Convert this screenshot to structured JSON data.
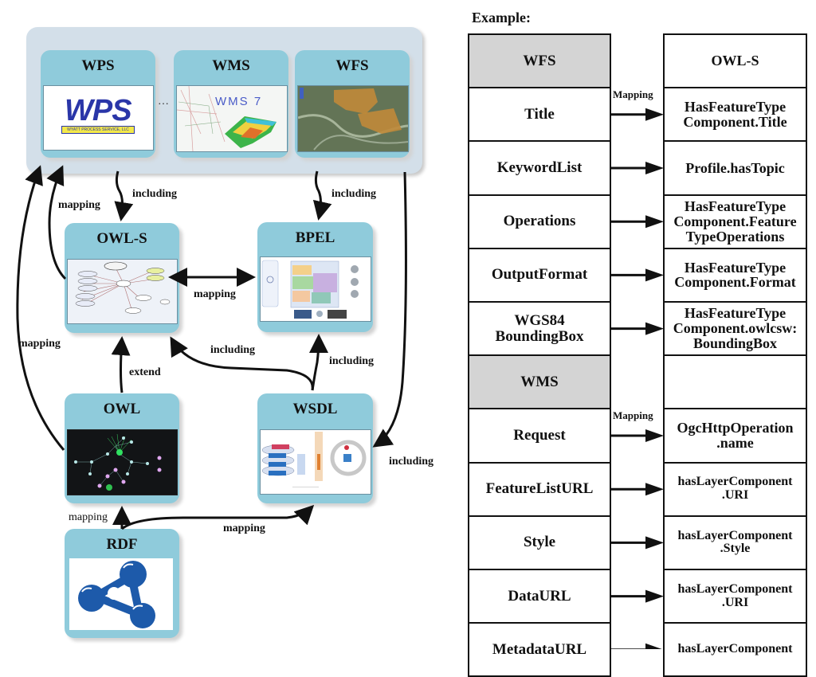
{
  "diagram": {
    "group_ellipsis": "…",
    "nodes": {
      "wps": {
        "title": "WPS",
        "logo_text": "WPS",
        "logo_subtext": "WYATT PROCESS SERVICE, LLC"
      },
      "wms": {
        "title": "WMS",
        "logo_text": "WMS 7"
      },
      "wfs": {
        "title": "WFS"
      },
      "owls": {
        "title": "OWL-S"
      },
      "bpel": {
        "title": "BPEL"
      },
      "owl": {
        "title": "OWL"
      },
      "wsdl": {
        "title": "WSDL"
      },
      "rdf": {
        "title": "RDF"
      }
    },
    "edge_labels": {
      "wps_owls_including": "including",
      "owls_wps_mapping": "mapping",
      "wfs_bpel_including": "including",
      "owl_wps_mapping": "mapping",
      "owls_bpel_mapping": "mapping",
      "wsdl_owls_including": "including",
      "wsdl_bpel_including": "including",
      "owl_owls_extend": "extend",
      "wfs_wsdl_including": "including",
      "rdf_owl_mapping": "mapping",
      "rdf_wsdl_mapping": "mapping"
    },
    "colors": {
      "node_fill": "#8fcbdb",
      "group_fill": "#d3dfe9",
      "table_header_fill": "#d4d4d4"
    }
  },
  "example": {
    "title": "Example:",
    "mapping_label": "Mapping",
    "rows": [
      {
        "left": "WFS",
        "right": "OWL-S",
        "header": true,
        "arrow": false
      },
      {
        "left": "Title",
        "right": "HasFeatureType Component.Title",
        "arrow": true,
        "label": "Mapping"
      },
      {
        "left": "KeywordList",
        "right": "Profile.hasTopic",
        "arrow": true
      },
      {
        "left": "Operations",
        "right": "HasFeatureType Component.Feature TypeOperations",
        "arrow": true
      },
      {
        "left": "OutputFormat",
        "right": "HasFeatureType Component.Format",
        "arrow": true
      },
      {
        "left": "WGS84 BoundingBox",
        "right": "HasFeatureType Component.owlcsw: BoundingBox",
        "arrow": true
      },
      {
        "left": "WMS",
        "right": "",
        "header": true,
        "arrow": false
      },
      {
        "left": "Request",
        "right": "OgcHttpOperation .name",
        "arrow": true,
        "label": "Mapping"
      },
      {
        "left": "FeatureListURL",
        "right": "hasLayerComponent .URI",
        "arrow": true
      },
      {
        "left": "Style",
        "right": "hasLayerComponent .Style",
        "arrow": true
      },
      {
        "left": "DataURL",
        "right": "hasLayerComponent .URI",
        "arrow": true
      },
      {
        "left": "MetadataURL",
        "right": "hasLayerComponent",
        "arrow": true
      }
    ]
  }
}
